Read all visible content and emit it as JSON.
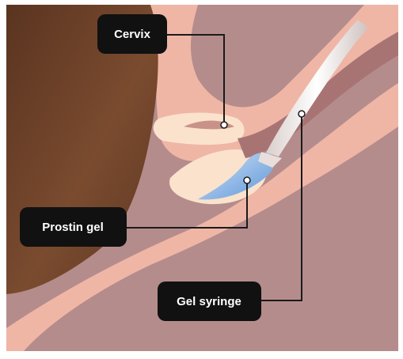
{
  "labels": {
    "cervix": "Cervix",
    "prostin_gel": "Prostin gel",
    "gel_syringe": "Gel syringe"
  },
  "colors": {
    "background": "#b58c8c",
    "uterus_dark": "#6b4128",
    "tissue_pink": "#efb6a6",
    "tissue_light": "#fbe2cc",
    "canal_shadow": "#a87473",
    "gel_blue": "#86b8ea",
    "syringe_white": "#f2ecea",
    "label_bg": "#111111",
    "leader_line": "#1a1a1a"
  }
}
